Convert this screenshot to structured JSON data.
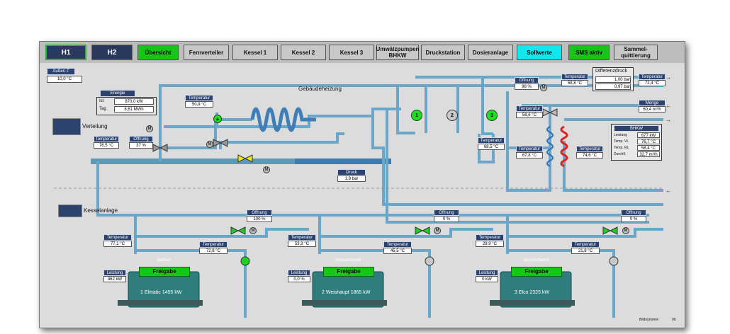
{
  "nav": {
    "h1": "H1",
    "h2": "H2",
    "uebersicht": "Übersicht",
    "fernverteiler": "Fernverteiler",
    "kessel1": "Kessel 1",
    "kessel2": "Kessel 2",
    "kessel3": "Kessel 3",
    "umwaelzpumpen": "Umwälzpumpen BHKW",
    "druckstation": "Druckstation",
    "dosieranlage": "Dosieranlage",
    "sollwerte": "Sollwerte",
    "sms": "SMS aktiv",
    "sammel": "Sammel-quittierung"
  },
  "aussen": {
    "label": "Außen-T",
    "value": "10,0 °C"
  },
  "energie": {
    "title": "Energie",
    "ist_label": "Ist",
    "ist_value": "870,0 kW",
    "tag_label": "Tag",
    "tag_value": "8,61 MWh"
  },
  "verteilung": {
    "label": "Verteilung",
    "temp_label": "Temperatur",
    "temp_value": "76,5 °C",
    "oeffnung_label": "Öffnung",
    "oeffnung_value": "37 %",
    "vl_temp_label": "Temperatur",
    "vl_temp_value": "50,9 °C"
  },
  "gebaeude": {
    "label": "Gebäudeheizung"
  },
  "druck": {
    "label": "Druck",
    "value": "1,8 bar"
  },
  "pumps": [
    "1",
    "2",
    "3"
  ],
  "fern": {
    "temp1_label": "Temperatur",
    "temp1_value": "68,5 °C",
    "oeffnung_label": "Öffnung",
    "oeffnung_value": "98 %",
    "temp2_label": "Temperatur",
    "temp2_value": "58,8 °C",
    "diff_label": "Differenzdruck",
    "diff_value1": "1,00 bar",
    "diff_value2": "0,97 bar",
    "temp3_label": "Temperatur",
    "temp3_value": "72,4 °C",
    "menge_label": "Menge",
    "menge_value": "60,4 m³/h",
    "temp4_label": "Temperatur",
    "temp4_value": "58,6 °C",
    "temp5_label": "Temperatur",
    "temp5_value": "67,8 °C",
    "temp6_label": "Temperatur",
    "temp6_value": "74,6 °C"
  },
  "bhkw": {
    "title": "BHKW",
    "rows": [
      {
        "label": "Leistung",
        "value": "677 kW"
      },
      {
        "label": "Temp. VL",
        "value": "76,7 °C"
      },
      {
        "label": "Temp. RL",
        "value": "58,4 °C"
      },
      {
        "label": "Durchfl.",
        "value": "32,7 m³/h"
      }
    ]
  },
  "kesselanlage": {
    "label": "Kesselanlage"
  },
  "kessel": [
    {
      "status": "Betrieb",
      "freigabe": "Freigabe",
      "name": "1  Elmatic 1455 kW",
      "temp_in_label": "Temperatur",
      "temp_in": "77,1 °C",
      "temp_out_label": "Temperatur",
      "temp_out": "72,8 °C",
      "oeffnung_label": "Öffnung",
      "oeffnung": "100 %",
      "leistung_label": "Leistung",
      "leistung": "462 kW"
    },
    {
      "status": "betriebsbereit",
      "freigabe": "Freigabe",
      "name": "2  Weishaupt 1865 kW",
      "temp_in_label": "Temperatur",
      "temp_in": "53,3 °C",
      "temp_out_label": "Temperatur",
      "temp_out": "45,5 °C",
      "oeffnung_label": "Öffnung",
      "oeffnung": "0 %",
      "leistung_label": "Leistung",
      "leistung": "0,0 %"
    },
    {
      "status": "betriebsbereit",
      "freigabe": "Freigabe",
      "name": "3  Elco 2325 kW",
      "temp_in_label": "Temperatur",
      "temp_in": "29,9 °C",
      "temp_out_label": "Temperatur",
      "temp_out": "21,8 °C",
      "oeffnung_label": "Öffnung",
      "oeffnung": "0 %",
      "leistung_label": "Leistung",
      "leistung": "0 kW"
    }
  ],
  "footer": {
    "label": "Bildnummer:",
    "value": "00"
  },
  "colors": {
    "pipe": "#6aa6c8",
    "pump_on": "#1ee01e",
    "pump_off": "#c8c8c8",
    "accent": "#2c4370"
  }
}
